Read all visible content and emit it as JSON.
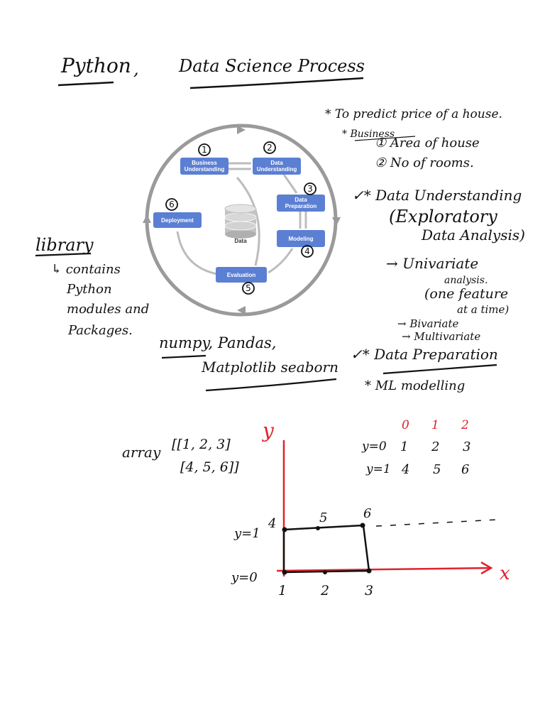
{
  "title": {
    "left": "Python",
    "right": "Data Science Process"
  },
  "cycle": {
    "steps": [
      {
        "num": "1",
        "label_line1": "Business",
        "label_line2": "Understanding"
      },
      {
        "num": "2",
        "label_line1": "Data",
        "label_line2": "Understanding"
      },
      {
        "num": "3",
        "label_line1": "Data",
        "label_line2": "Preparation"
      },
      {
        "num": "4",
        "label_line1": "Modeling",
        "label_line2": ""
      },
      {
        "num": "5",
        "label_line1": "Evaluation",
        "label_line2": ""
      },
      {
        "num": "6",
        "label_line1": "Deployment",
        "label_line2": ""
      }
    ],
    "center_label": "Data",
    "box_color": "#5b7fd3"
  },
  "notes": {
    "predict": "* To predict price of a house.",
    "business": "* Business",
    "area": "① Area of house",
    "rooms": "② No of rooms.",
    "data_understanding": "✓* Data Understanding",
    "eda_line1": "(Exploratory",
    "eda_line2": "Data Analysis)",
    "univariate": "→ Univariate",
    "analysis": "analysis.",
    "one_feature": "(one feature",
    "at_a_time": "at a time)",
    "bivariate": "→ Bivariate",
    "multivariate": "→ Multivariate",
    "data_preparation": "✓* Data Preparation",
    "ml_modelling": "* ML modelling"
  },
  "library": {
    "heading": "library",
    "line1": "↳ contains",
    "line2": "Python",
    "line3": "modules and",
    "line4": "Packages."
  },
  "packages": {
    "line1": "numpy, Pandas,",
    "line2": "Matplotlib seaborn"
  },
  "array": {
    "label": "array",
    "row1": "[[1, 2, 3]",
    "row2": "[4, 5, 6]]"
  },
  "table": {
    "col_headers": [
      "0",
      "1",
      "2"
    ],
    "rows": [
      {
        "label": "y=0",
        "values": [
          "1",
          "2",
          "3"
        ]
      },
      {
        "label": "y=1",
        "values": [
          "4",
          "5",
          "6"
        ]
      }
    ]
  },
  "plot": {
    "y_axis_label": "y",
    "x_axis_label": "x",
    "row_labels": [
      "y=1",
      "y=0"
    ],
    "top_points": [
      "4",
      "5",
      "6"
    ],
    "bottom_points": [
      "1",
      "2",
      "3"
    ]
  },
  "colors": {
    "ink": "#111111",
    "accent_red": "#e0222e",
    "cycle_gray": "#9a9a9a"
  }
}
